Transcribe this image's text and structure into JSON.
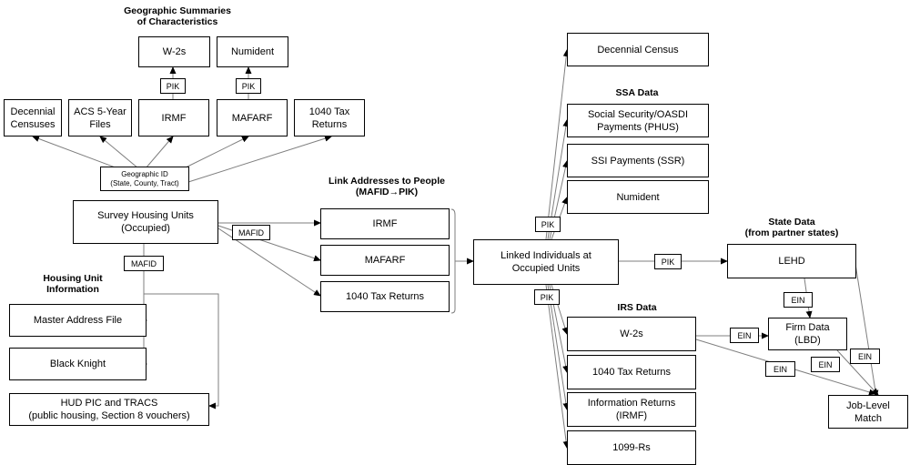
{
  "headings": {
    "geo_summaries": "Geographic Summaries\nof Characteristics",
    "link_addresses": "Link Addresses to People\n(MAFID→PIK)",
    "housing_unit_info": "Housing Unit\nInformation",
    "ssa_data": "SSA Data",
    "irs_data": "IRS Data",
    "state_data": "State Data\n(from partner states)"
  },
  "boxes": {
    "w2s_top": "W-2s",
    "numident_top": "Numident",
    "decennial_censuses": "Decennial\nCensuses",
    "acs_5year": "ACS 5-Year\nFiles",
    "irmf_top": "IRMF",
    "mafarf_top": "MAFARF",
    "tax_1040_top": "1040 Tax\nReturns",
    "survey_housing_units": "Survey Housing Units\n(Occupied)",
    "master_address_file": "Master Address File",
    "black_knight": "Black Knight",
    "hud_pic_tracs": "HUD PIC and TRACS\n(public housing, Section 8 vouchers)",
    "irmf_mid": "IRMF",
    "mafarf_mid": "MAFARF",
    "tax_1040_mid": "1040 Tax Returns",
    "linked_individuals": "Linked Individuals at\nOccupied Units",
    "decennial_census": "Decennial Census",
    "ss_oasdi": "Social Security/OASDI\nPayments (PHUS)",
    "ssi_payments": "SSI Payments (SSR)",
    "numident_ssa": "Numident",
    "w2s_irs": "W-2s",
    "tax_1040_irs": "1040 Tax Returns",
    "info_returns": "Information Returns\n(IRMF)",
    "r1099": "1099-Rs",
    "lehd": "LEHD",
    "firm_data": "Firm Data\n(LBD)",
    "job_level_match": "Job-Level\nMatch"
  },
  "tags": {
    "pik_irmf": "PIK",
    "pik_mafarf": "PIK",
    "geographic_id": "Geographic ID\n(State, County, Tract)",
    "mafid_right": "MAFID",
    "mafid_down": "MAFID",
    "pik_upper": "PIK",
    "pik_lower": "PIK",
    "pik_lehd": "PIK",
    "ein_lehd": "EIN",
    "ein_w2": "EIN",
    "ein_a": "EIN",
    "ein_b": "EIN",
    "ein_c": "EIN"
  },
  "colors": {
    "stroke": "#000000",
    "connector": "#7f7f7f"
  }
}
